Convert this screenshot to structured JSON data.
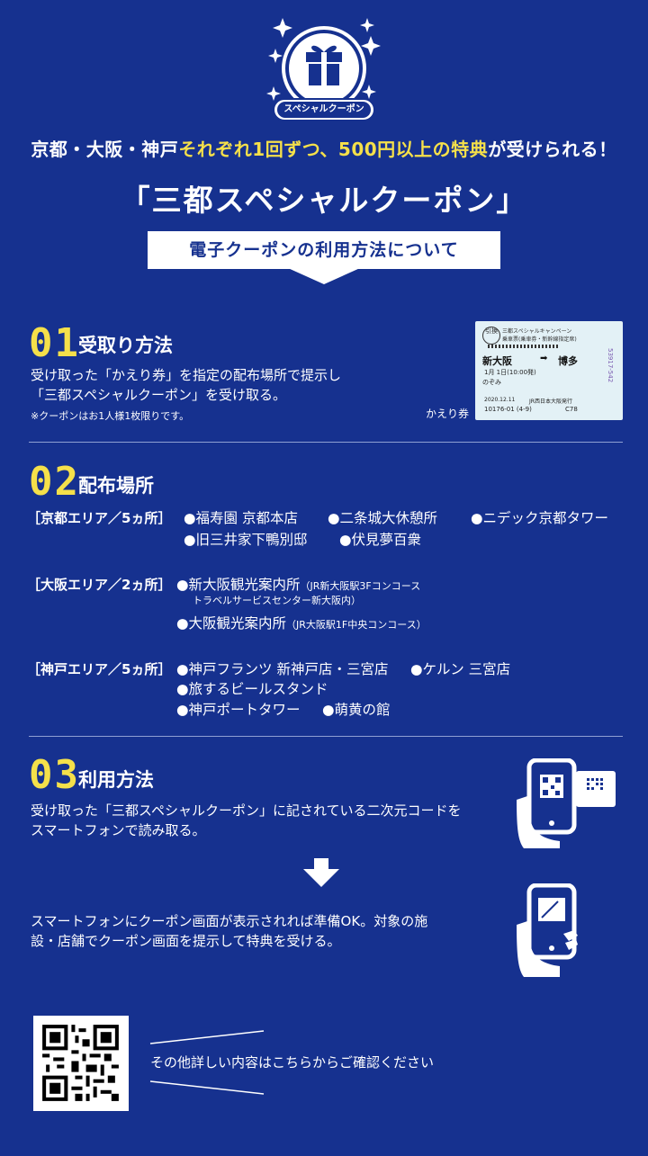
{
  "badge": {
    "label": "スペシャルクーポン"
  },
  "headline": {
    "part1": "京都・大阪・神戸",
    "part2": "それぞれ1回ずつ、500円以上の特典",
    "part3": "が受けられる！"
  },
  "title": "「三都スペシャルクーポン」",
  "banner": "電子クーポンの利用方法について",
  "section1": {
    "num": "01",
    "title": "受取り方法",
    "line1": "受け取った「かえり券」を指定の配布場所で提示し",
    "line2": "「三都スペシャルクーポン」を受け取る。",
    "note": "※クーポンはお1人様1枚限りです。",
    "ticket_label": "かえり券",
    "ticket": {
      "badge": "引換",
      "campaign": "三都スペシャルキャンペーン",
      "sub": "乗車票(乗車券・新幹線指定席)",
      "route_from": "新大阪",
      "route_to": "博多",
      "row1": "1月 1日(10:00発)",
      "row2": "のぞみ",
      "date": "2020.12.11",
      "issuer": "JR西日本大阪発行",
      "serial": "10176-01 (4-9)",
      "code": "C78",
      "side_code": "53917-542"
    }
  },
  "section2": {
    "num": "02",
    "title": "配布場所",
    "kyoto": {
      "label": "［京都エリア／5ヵ所］",
      "items": [
        "●福寿園 京都本店",
        "●二条城大休憩所",
        "●ニデック京都タワー",
        "●旧三井家下鴨別邸",
        "●伏見夢百衆"
      ]
    },
    "osaka": {
      "label": "［大阪エリア／2ヵ所］",
      "item1": "●新大阪観光案内所",
      "item1_note1": "（JR新大阪駅3Fコンコース",
      "item1_note2": "トラベルサービスセンター新大阪内）",
      "item2": "●大阪観光案内所",
      "item2_note": "（JR大阪駅1F中央コンコース）"
    },
    "kobe": {
      "label": "［神戸エリア／5ヵ所］",
      "items": [
        "●神戸フランツ 新神戸店・三宮店",
        "●ケルン 三宮店",
        "●旅するビールスタンド",
        "●神戸ポートタワー",
        "●萌黄の館"
      ]
    }
  },
  "section3": {
    "num": "03",
    "title": "利用方法",
    "line1": "受け取った「三都スペシャルクーポン」に記されている二次元コードを",
    "line2": "スマートフォンで読み取る。",
    "step2_line1": "スマートフォンにクーポン画面が表示されれば準備OK。対象の施",
    "step2_line2": "設・店舗でクーポン画面を提示して特典を受ける。"
  },
  "footer": {
    "text": "その他詳しい内容はこちらからご確認ください"
  },
  "colors": {
    "background": "#16318f",
    "accent": "#f5e04a",
    "text": "#ffffff"
  },
  "icons": [
    "gift-icon",
    "sparkle-icon",
    "phone-scan-icon",
    "phone-coupon-icon",
    "arrow-down-icon",
    "qr-code-icon"
  ]
}
